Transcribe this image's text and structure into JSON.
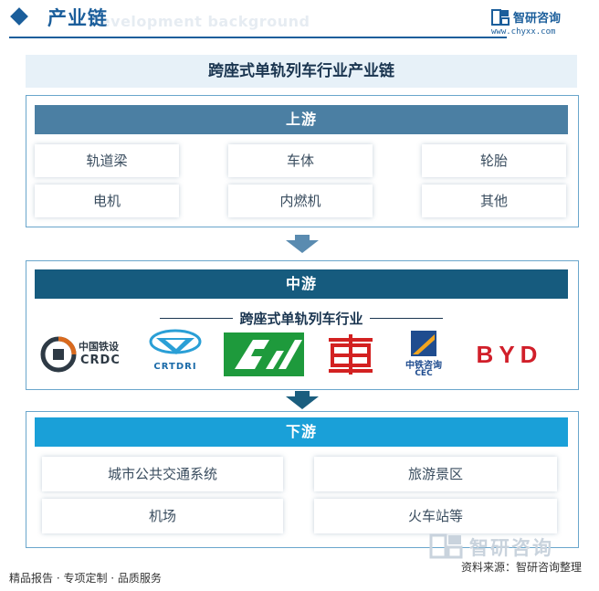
{
  "header": {
    "title": "产业链",
    "bg_text": "Development background"
  },
  "brand": {
    "name": "智研咨询",
    "url": "www.chyxx.com",
    "color": "#1b5e9b"
  },
  "diagram_title": "跨座式单轨列车行业产业链",
  "upstream": {
    "label": "上游",
    "items": [
      "轨道梁",
      "车体",
      "轮胎",
      "电机",
      "内燃机",
      "其他"
    ]
  },
  "midstream": {
    "label": "中游",
    "industry_label": "跨座式单轨列车行业",
    "logos": [
      {
        "icon": "crdc-logo",
        "text_cn": "中国铁设",
        "text_en": "CRDC"
      },
      {
        "icon": "crtdri-logo",
        "text_en": "CRTDRI"
      },
      {
        "icon": "green-rail-logo"
      },
      {
        "icon": "red-car-logo"
      },
      {
        "icon": "cec-logo",
        "text_cn": "中铁咨询",
        "text_en": "CEC"
      },
      {
        "icon": "byd-logo",
        "text_en": "BYD"
      }
    ]
  },
  "downstream": {
    "label": "下游",
    "items": [
      "城市公共交通系统",
      "旅游景区",
      "机场",
      "火车站等"
    ]
  },
  "footer": {
    "left": "精品报告 · 专项定制 · 品质服务",
    "source": "资料来源：智研咨询整理",
    "watermark": "智研咨询"
  },
  "colors": {
    "primary": "#1b5e9b",
    "upstream_bar": "#4b7fa3",
    "midstream_bar": "#165b7e",
    "downstream_bar": "#1aa0d8",
    "panel_border": "#6aa6cc",
    "title_bg": "#e7f1f8"
  }
}
